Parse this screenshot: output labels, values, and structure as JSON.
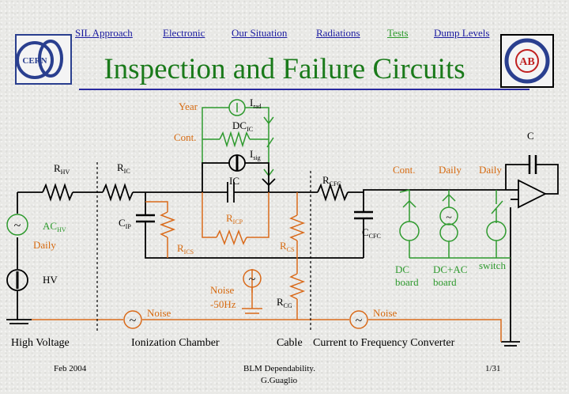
{
  "nav": {
    "items": [
      "SIL Approach",
      "Electronic",
      "Our Situation",
      "Radiations",
      "Tests",
      "Dump Levels"
    ],
    "active": "Tests"
  },
  "title": "Inspection and Failure Circuits",
  "logos": {
    "left": "CERN",
    "right": "AB"
  },
  "diagram": {
    "labels": {
      "year": "Year",
      "cont_top": "Cont.",
      "i_rad_main": "I",
      "i_rad_sub": "rad",
      "dc_ic_main": "DC",
      "dc_ic_sub": "IC",
      "i_sig_main": "I",
      "i_sig_sub": "sig",
      "ic": "IC",
      "r_hv_main": "R",
      "r_hv_sub": "HV",
      "r_ic_main": "R",
      "r_ic_sub": "IC",
      "r_cfc_main": "R",
      "r_cfc_sub": "CFC",
      "c_ip_main": "C",
      "c_ip_sub": "IP",
      "r_icp_main": "R",
      "r_icp_sub": "ICP",
      "r_ics_main": "R",
      "r_ics_sub": "ICS",
      "r_cs_main": "R",
      "r_cs_sub": "CS",
      "r_cg_main": "R",
      "r_cg_sub": "CG",
      "c_cfc_main": "C",
      "c_cfc_sub": "CFC",
      "c": "C",
      "ac_hv_main": "AC",
      "ac_hv_sub": "HV",
      "daily_left": "Daily",
      "hv": "HV",
      "noise_mid_1": "Noise",
      "noise_mid_2": "-50Hz",
      "noise_left": "Noise",
      "noise_right": "Noise",
      "cont_right": "Cont.",
      "daily_r1": "Daily",
      "daily_r2": "Daily",
      "dc_board_1": "DC",
      "dc_board_2": "board",
      "dcac_board_1": "DC+AC",
      "dcac_board_2": "board",
      "switch": "switch",
      "tilde": "~"
    },
    "sections": [
      "High Voltage",
      "Ionization Chamber",
      "Cable",
      "Current to Frequency Converter"
    ],
    "colors": {
      "wire": "#000000",
      "inspection": "#d96a1a",
      "monitor": "#2e9a2e",
      "noise": "#d96a1a"
    }
  },
  "footer": {
    "date": "Feb 2004",
    "center_1": "BLM Dependability.",
    "center_2": "G.Guaglio",
    "page": "1/31"
  }
}
